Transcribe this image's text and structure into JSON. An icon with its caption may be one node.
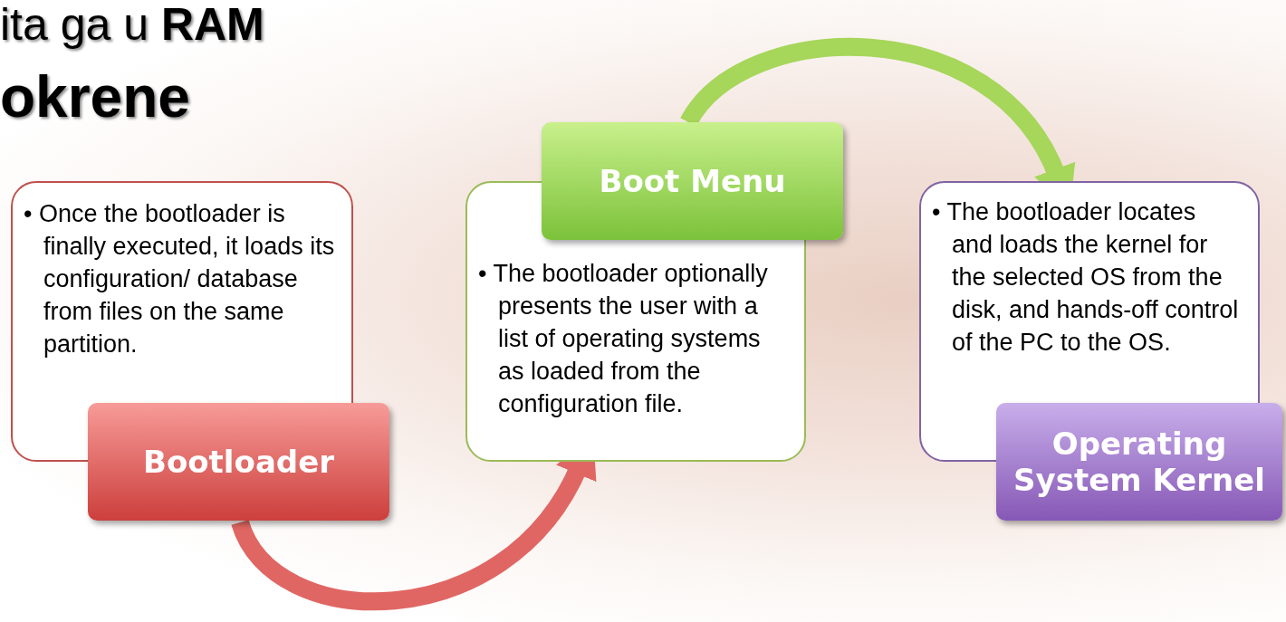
{
  "diagram": {
    "nodes": [
      {
        "text": [
          "• Once the bootloader is finally executed, it loads its configuration/ database from files on the same partition."
        ]
      },
      {
        "text": [
          "Bootloader"
        ]
      },
      {
        "text": [
          "• The bootloader optionally presents the user with a list of operating systems as loaded from the configuration file."
        ]
      },
      {
        "text": [
          "Boot Menu"
        ]
      },
      {
        "text": [
          "• The bootloader locates and loads the kernel for the selected OS from the disk, and hands-off control of the PC to the OS."
        ]
      },
      {
        "text": [
          "Operating System Kernel"
        ]
      }
    ],
    "edges": [
      {
        "from": 1,
        "to": 2,
        "arrow": "to",
        "color": "#e06663"
      },
      {
        "from": 3,
        "to": 4,
        "arrow": "to",
        "color": "#a6d65a"
      }
    ],
    "labels": [
      "ita ga u **RAM**",
      "okrene"
    ]
  }
}
